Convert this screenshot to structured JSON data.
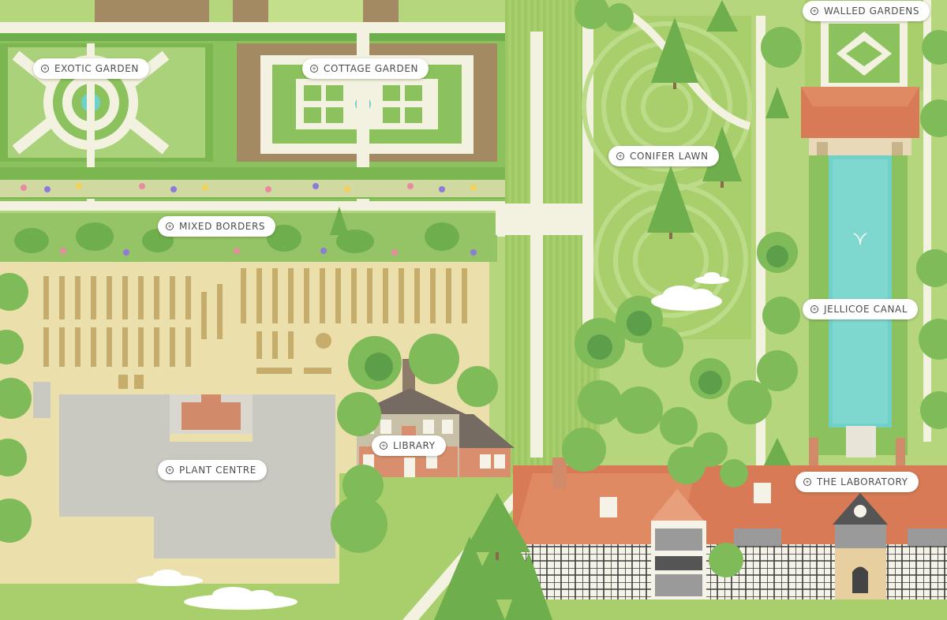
{
  "map": {
    "locations": [
      {
        "id": "exotic-garden",
        "name": "EXOTIC GARDEN",
        "icon": "location-pin-icon"
      },
      {
        "id": "cottage-garden",
        "name": "COTTAGE GARDEN",
        "icon": "location-pin-icon"
      },
      {
        "id": "walled-gardens",
        "name": "WALLED GARDENS",
        "icon": "location-pin-icon"
      },
      {
        "id": "conifer-lawn",
        "name": "CONIFER LAWN",
        "icon": "location-pin-icon"
      },
      {
        "id": "mixed-borders",
        "name": "MIXED BORDERS",
        "icon": "location-pin-icon"
      },
      {
        "id": "jellicoe-canal",
        "name": "JELLICOE CANAL",
        "icon": "location-pin-icon"
      },
      {
        "id": "library",
        "name": "LIBRARY",
        "icon": "location-pin-icon"
      },
      {
        "id": "plant-centre",
        "name": "PLANT CENTRE",
        "icon": "location-pin-icon"
      },
      {
        "id": "the-laboratory",
        "name": "THE LABORATORY",
        "icon": "location-pin-icon"
      }
    ],
    "colors": {
      "lawn": "#a9cf6d",
      "lawn_light": "#c3df8c",
      "path": "#f3f1df",
      "soil": "#a38a63",
      "nursery": "#ebdfab",
      "water": "#6fd1c8",
      "roof": "#d77a55",
      "tree_dark": "#5c9e49",
      "tree_light": "#8cc66d"
    }
  }
}
